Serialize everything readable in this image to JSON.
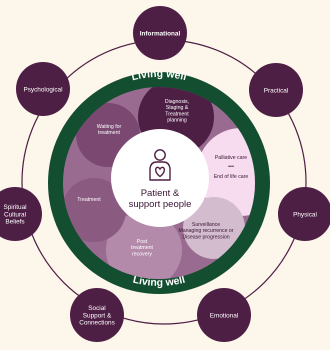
{
  "colors": {
    "background": "#fdf6ea",
    "plum": "#4e1f45",
    "ring_green": "#124e2f",
    "outer_line": "#4e1f45",
    "care_stage_mauve": "#9a6b90",
    "care_stage_dark": "#6f3f66",
    "care_stage_light": "#f7dcef",
    "care_stage_grey": "#d3bccd",
    "center_fill": "#ffffff",
    "white_text": "#ffffff",
    "dark_text": "#3a1434"
  },
  "ring": {
    "top_label": "Living well",
    "bottom_label": "Living well"
  },
  "center": {
    "icon": "person-heart-icon",
    "line1": "Patient &",
    "line2": "support people"
  },
  "care_stages": [
    {
      "id": "waiting-for-treatment",
      "lines": [
        "Waiting for",
        "treatment"
      ]
    },
    {
      "id": "diagnosis-staging-treatment-planning",
      "lines": [
        "Diagnosis,",
        "Staging &",
        "Treatment",
        "planning"
      ]
    },
    {
      "id": "palliative-care",
      "lines": [
        "Palliative care"
      ]
    },
    {
      "id": "dots",
      "lines": [
        "•••"
      ]
    },
    {
      "id": "end-of-life-care",
      "lines": [
        "End of life care"
      ]
    },
    {
      "id": "surveillance",
      "lines": [
        "Surveillance",
        "Managing recurrence or",
        "Disease progression"
      ]
    },
    {
      "id": "post-treatment-recovery",
      "lines": [
        "Post",
        "treatment",
        "recovery"
      ]
    },
    {
      "id": "treatment",
      "lines": [
        "Treatment"
      ]
    }
  ],
  "needs": [
    {
      "id": "informational",
      "lines": [
        "Informational"
      ]
    },
    {
      "id": "practical",
      "lines": [
        "Practical"
      ]
    },
    {
      "id": "physical",
      "lines": [
        "Physical"
      ]
    },
    {
      "id": "emotional",
      "lines": [
        "Emotional"
      ]
    },
    {
      "id": "social-support-connections",
      "lines": [
        "Social",
        "Support &",
        "Connections"
      ]
    },
    {
      "id": "spiritual-cultural-beliefs",
      "lines": [
        "Spiritual",
        "Cultural",
        "Beliefs"
      ]
    },
    {
      "id": "psychological",
      "lines": [
        "Psychological"
      ]
    }
  ]
}
